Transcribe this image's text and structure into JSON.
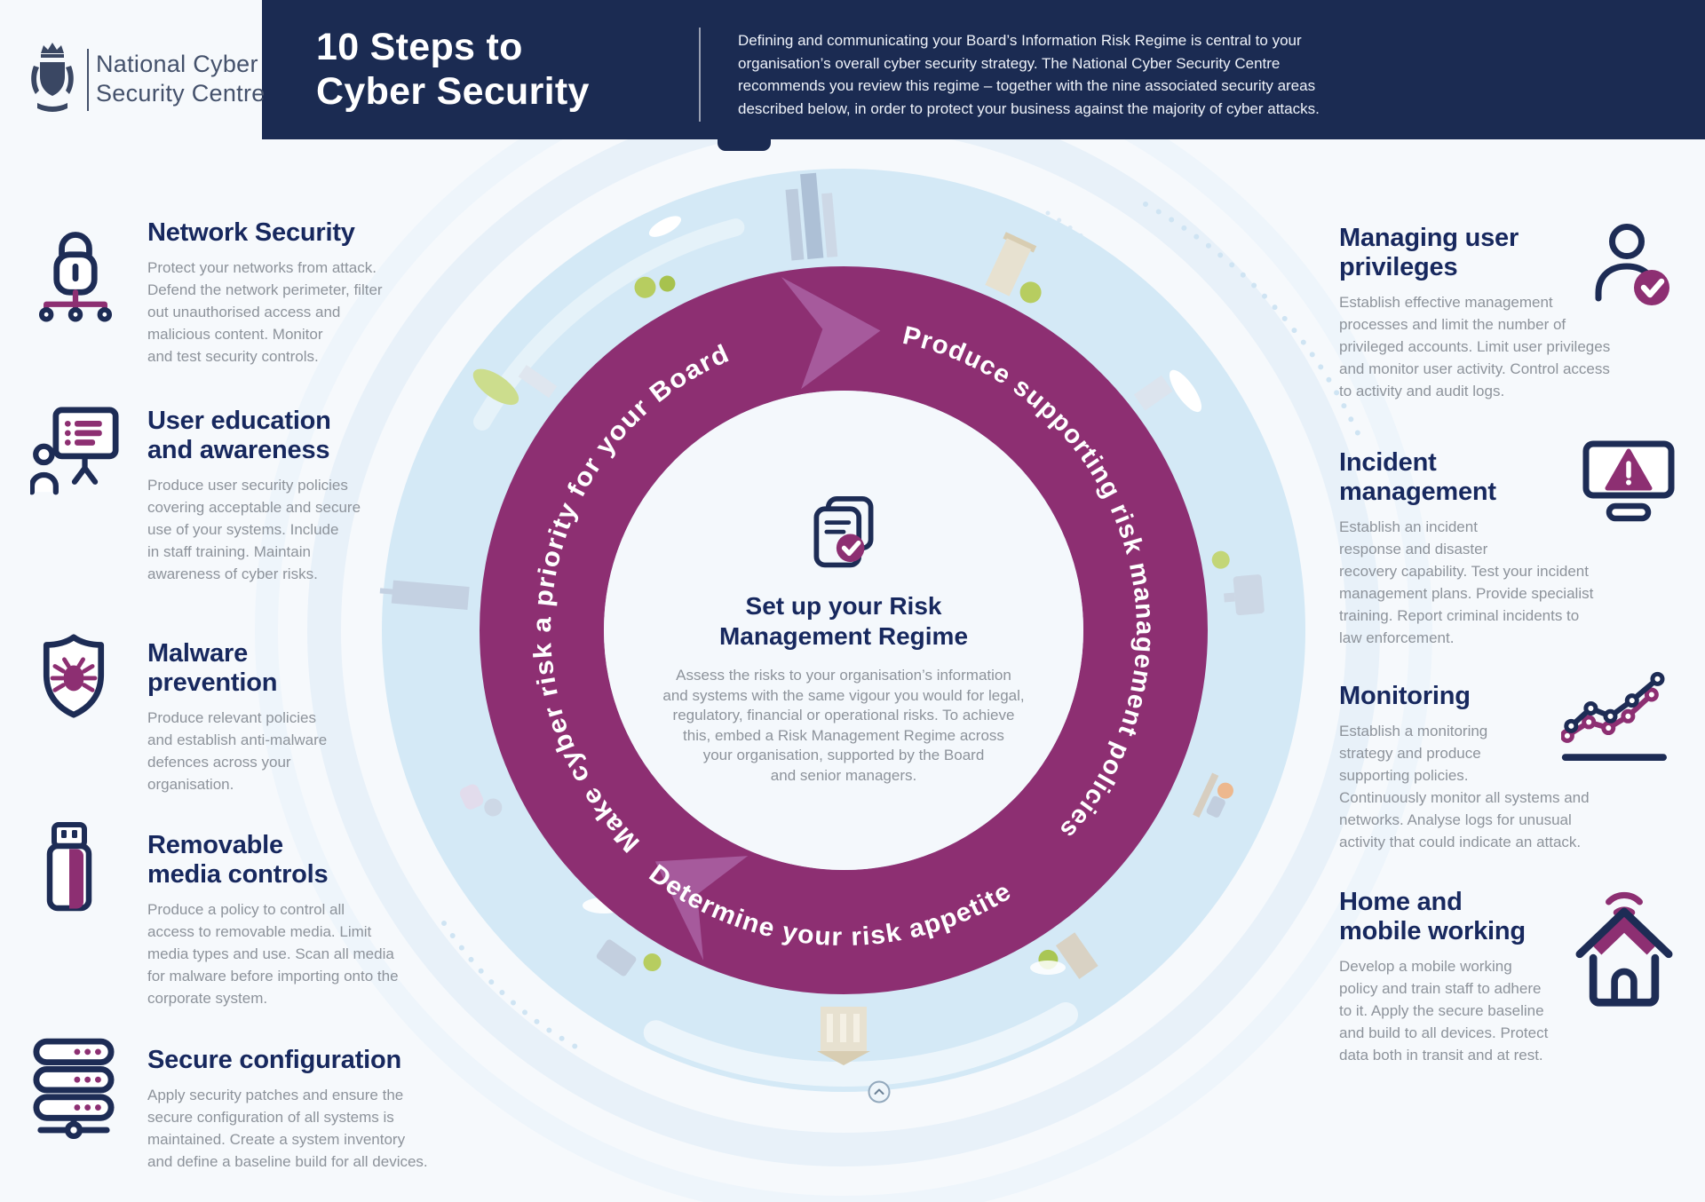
{
  "colors": {
    "header_bg": "#1b2b52",
    "heading_navy": "#17285e",
    "body_gray": "#8d939b",
    "ring_purple": "#8d2f72",
    "arrow_purple": "#a65a9c",
    "band_blue": "#d4e9f6"
  },
  "header": {
    "logo": {
      "line1": "National Cyber",
      "line2": "Security Centre",
      "icon": "royal-crest-icon"
    },
    "title": "10 Steps to\nCyber Security",
    "intro": "Defining and communicating your Board’s Information Risk Regime is central to your\norganisation’s overall cyber security strategy. The National Cyber Security Centre\nrecommends you review this regime – together with the nine associated security areas\ndescribed below, in order to protect your business against the majority of cyber attacks."
  },
  "left_steps": [
    {
      "title": "Network Security",
      "icon": "padlock-network-icon",
      "desc": "Protect your networks from attack.\nDefend the network perimeter, filter\nout unauthorised access and\nmalicious content. Monitor\nand test security controls."
    },
    {
      "title": "User education\nand awareness",
      "icon": "user-presentation-icon",
      "desc": "Produce user security policies\ncovering acceptable and secure\nuse of your systems. Include\nin staff training. Maintain\nawareness of cyber risks."
    },
    {
      "title": "Malware\nprevention",
      "icon": "shield-bug-icon",
      "desc": "Produce relevant policies\nand establish anti-malware\ndefences across your\norganisation."
    },
    {
      "title": "Removable\nmedia controls",
      "icon": "usb-stick-icon",
      "desc": "Produce a policy to control all\naccess to removable media. Limit\nmedia types and use. Scan all media\nfor malware before importing onto the\ncorporate system."
    },
    {
      "title": "Secure configuration",
      "icon": "server-stack-icon",
      "desc": "Apply security patches and ensure the\nsecure configuration of all systems is\nmaintained. Create a system inventory\nand define a baseline build for all devices."
    }
  ],
  "right_steps": [
    {
      "title": "Managing user\nprivileges",
      "icon": "user-check-icon",
      "desc": "Establish effective management\nprocesses and limit the number of\nprivileged accounts. Limit user privileges\nand monitor user activity. Control access\nto activity and audit logs."
    },
    {
      "title": "Incident\nmanagement",
      "icon": "monitor-alert-icon",
      "desc": "Establish an incident\nresponse and disaster\nrecovery capability. Test your incident\nmanagement plans. Provide specialist\ntraining. Report criminal incidents to\nlaw enforcement."
    },
    {
      "title": "Monitoring",
      "icon": "line-graph-icon",
      "desc": "Establish a monitoring\nstrategy and produce\nsupporting policies.\nContinuously monitor all systems and\nnetworks. Analyse logs for unusual\nactivity that could indicate an attack."
    },
    {
      "title": "Home and\nmobile working",
      "icon": "house-wifi-icon",
      "desc": "Develop a mobile working\npolicy and train staff to adhere\nto it. Apply the secure baseline\nand build to all devices. Protect\ndata both in transit and at rest."
    }
  ],
  "cycle": {
    "arc_top": "Make cyber risk a priority for your Board",
    "arc_right": "Produce supporting risk management policies",
    "arc_bottom": "Determine your risk appetite",
    "center": {
      "icon": "document-check-icon",
      "title": "Set up your Risk\nManagement Regime",
      "desc": "Assess the risks to your organisation’s information\nand systems with the same vigour you would for legal,\nregulatory, financial or operational risks. To achieve\nthis, embed a Risk Management Regime across\nyour organisation, supported by the Board\nand senior managers."
    }
  }
}
